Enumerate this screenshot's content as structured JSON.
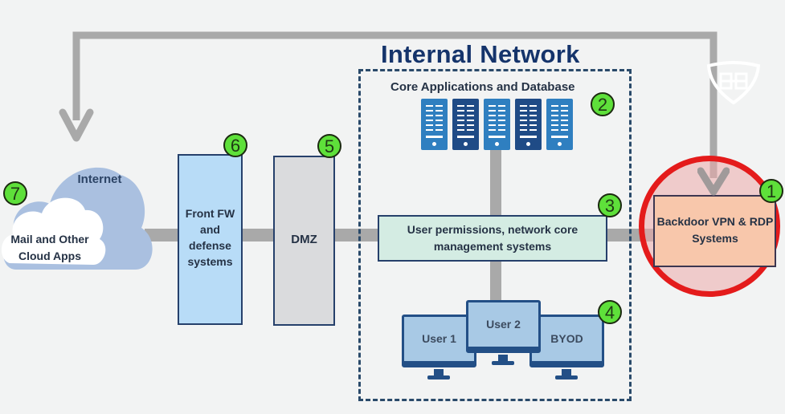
{
  "diagram": {
    "title": "Internal Network",
    "colors": {
      "background": "#f2f3f3",
      "connector": "#a9a9a9",
      "badge": "#5ee03a",
      "highlight_ring": "#e41b1b",
      "highlight_fill": "#f1c4c4",
      "title": "#15346b"
    },
    "nodes": {
      "internet": {
        "label": "Internet",
        "badge": "7",
        "inner_label": "Mail and Other Cloud Apps"
      },
      "front_fw": {
        "label": "Front FW and defense systems",
        "badge": "6"
      },
      "dmz": {
        "label": "DMZ",
        "badge": "5"
      },
      "core_apps": {
        "label": "Core Applications and Database",
        "badge": "2",
        "server_count": 5
      },
      "user_perms": {
        "label": "User permissions, network core management systems",
        "badge": "3"
      },
      "endpoints": {
        "badge": "4",
        "devices": [
          "User 1",
          "User 2",
          "BYOD"
        ]
      },
      "backdoor": {
        "label": "Backdoor VPN & RDP Systems",
        "badge": "1",
        "highlighted": true
      }
    },
    "logo": "shield-logo-icon"
  }
}
